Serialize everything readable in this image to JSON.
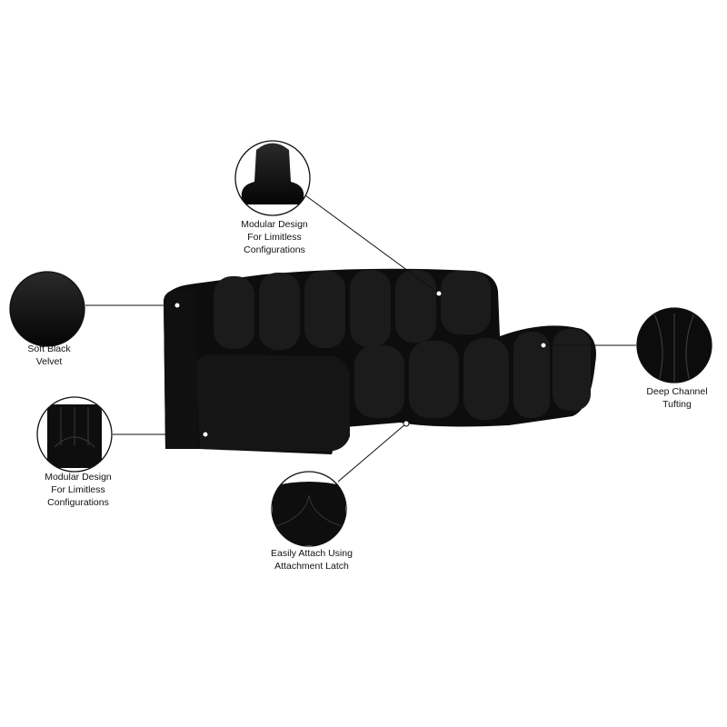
{
  "callouts": [
    {
      "id": "modular-top",
      "lines": [
        "Modular Design",
        "For Limitless",
        "Configurations"
      ]
    },
    {
      "id": "soft-velvet",
      "lines": [
        "Soft Black",
        "Velvet"
      ]
    },
    {
      "id": "modular-left",
      "lines": [
        "Modular Design",
        "For Limitless",
        "Configurations"
      ]
    },
    {
      "id": "attach-latch",
      "lines": [
        "Easily Attach Using",
        "Attachment Latch"
      ]
    },
    {
      "id": "channel-tufting",
      "lines": [
        "Deep Channel",
        "Tufting"
      ]
    }
  ],
  "colors": {
    "upholstery": "#0b0b0b",
    "outline": "#111111",
    "background": "#ffffff"
  }
}
